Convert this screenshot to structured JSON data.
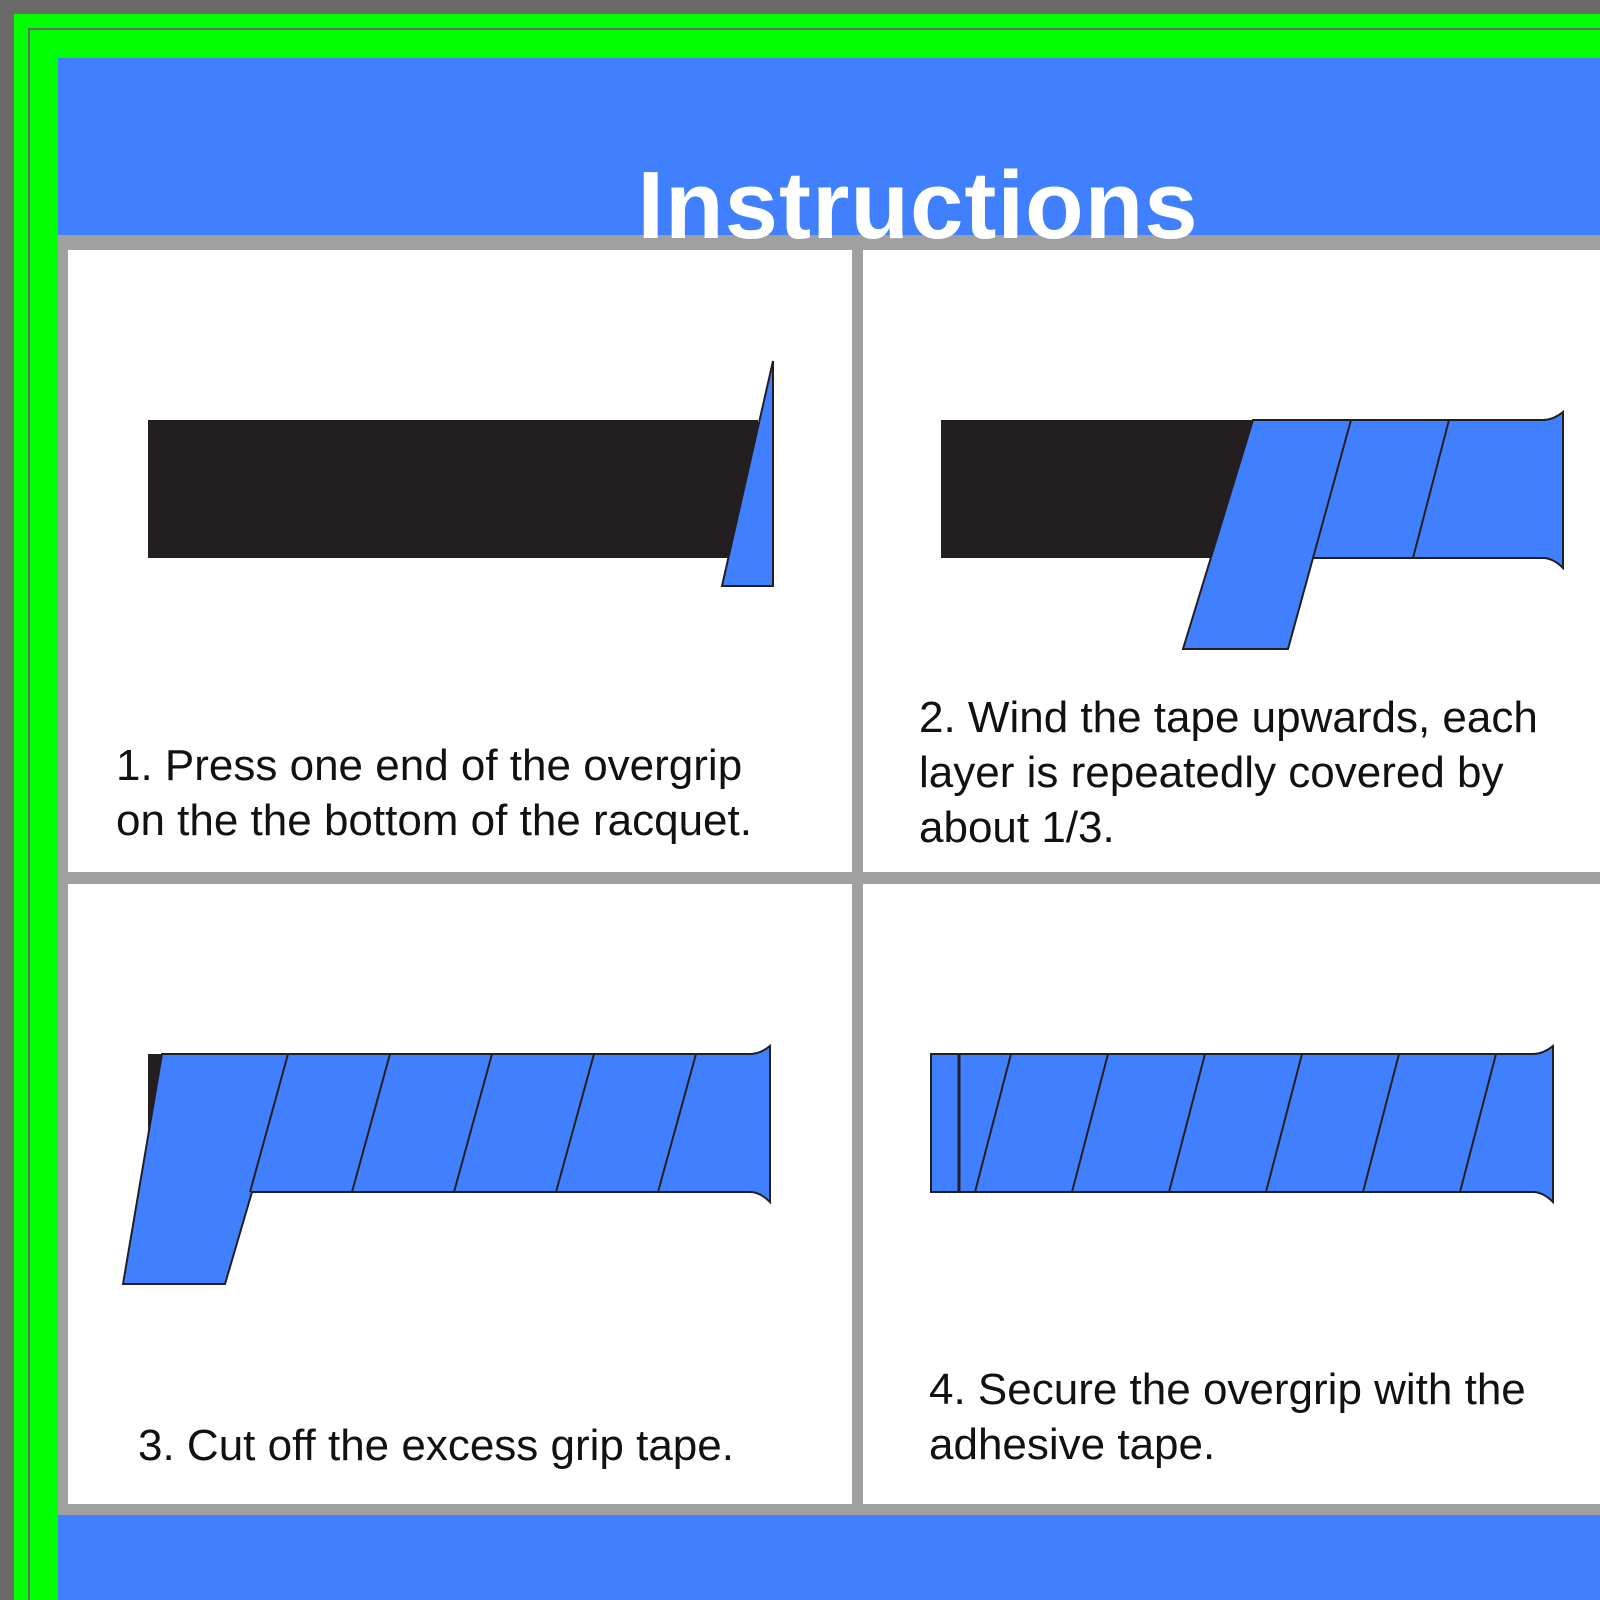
{
  "header": {
    "title": "Instructions"
  },
  "colors": {
    "accent_blue": "#4080ff",
    "grip_black": "#231f20",
    "frame_green": "#00ff00",
    "divider_gray": "#a0a0a0"
  },
  "steps": [
    {
      "lines": [
        "1. Press one end of the overgrip",
        "on the the bottom of the racquet."
      ]
    },
    {
      "lines": [
        "2. Wind the tape upwards, each",
        "layer is repeatedly covered by",
        "about 1/3."
      ]
    },
    {
      "lines": [
        "3. Cut off the excess grip tape."
      ]
    },
    {
      "lines": [
        "4. Secure the overgrip with the",
        "adhesive tape."
      ]
    }
  ]
}
